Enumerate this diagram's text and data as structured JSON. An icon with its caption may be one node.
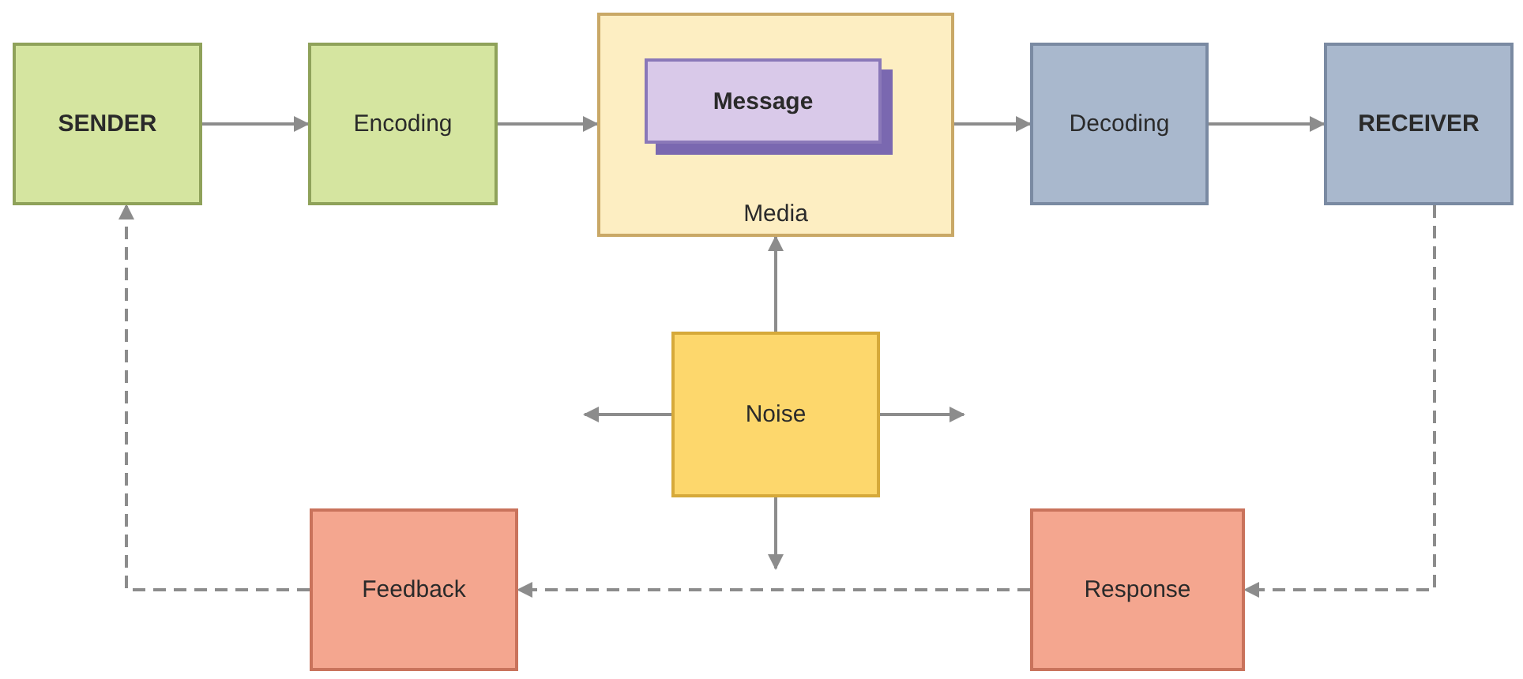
{
  "diagram": {
    "nodes": [
      {
        "text": [
          "SENDER"
        ]
      },
      {
        "text": [
          "Encoding"
        ]
      },
      {
        "text": [
          "Media"
        ]
      },
      {
        "text": [
          "Message"
        ],
        "in": 2
      },
      {
        "text": [
          "Decoding"
        ]
      },
      {
        "text": [
          "RECEIVER"
        ]
      },
      {
        "text": [
          "Noise"
        ]
      },
      {
        "text": [
          "Feedback"
        ]
      },
      {
        "text": [
          "Response"
        ]
      }
    ],
    "edges": [
      {
        "from": 0,
        "to": 1,
        "arrow": "to"
      },
      {
        "from": 1,
        "to": 2,
        "arrow": "to"
      },
      {
        "from": 2,
        "to": 4,
        "arrow": "to"
      },
      {
        "from": 4,
        "to": 5,
        "arrow": "to"
      },
      {
        "from": 6,
        "to": 2,
        "arrow": "to"
      },
      {
        "from": 6,
        "to": null,
        "arrow": "to"
      },
      {
        "from": 6,
        "to": null,
        "arrow": "to"
      },
      {
        "from": 6,
        "to": null,
        "arrow": "to"
      },
      {
        "from": 5,
        "to": 8,
        "arrow": "to",
        "style": "dashed"
      },
      {
        "from": 8,
        "to": 7,
        "arrow": "to",
        "style": "dashed"
      },
      {
        "from": 7,
        "to": 0,
        "arrow": "to",
        "style": "dashed"
      }
    ]
  }
}
